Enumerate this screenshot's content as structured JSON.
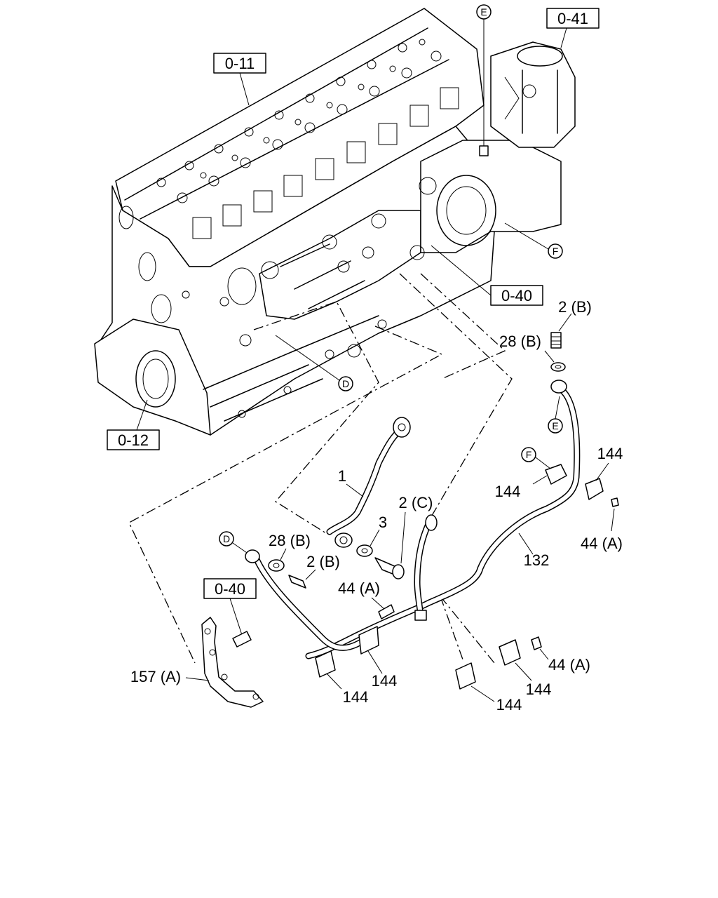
{
  "references": {
    "block": "0-11",
    "crankcase": "0-12",
    "pump": "0-40",
    "filter": "0-41",
    "bracket_ref": "0-40"
  },
  "markers": {
    "d": "D",
    "e": "E",
    "f": "F"
  },
  "callouts": {
    "pipe": "1",
    "banjo_bolt_b_upper": "2 (B)",
    "washer_b_upper": "28 (B)",
    "banjo_bolt_c": "2 (C)",
    "washer_3": "3",
    "washer_b_lower": "28 (B)",
    "banjo_bolt_b_lower": "2 (B)",
    "bolt_a_center": "44 (A)",
    "clip_right_upper": "144",
    "clip_left_upper": "144",
    "bolt_a_right_upper": "44 (A)",
    "pipe_132": "132",
    "bolt_a_right_lower": "44 (A)",
    "clip_center": "144",
    "clip_left": "144",
    "clip_right_lower": "144",
    "clip_bottom": "144",
    "bracket": "157 (A)"
  }
}
